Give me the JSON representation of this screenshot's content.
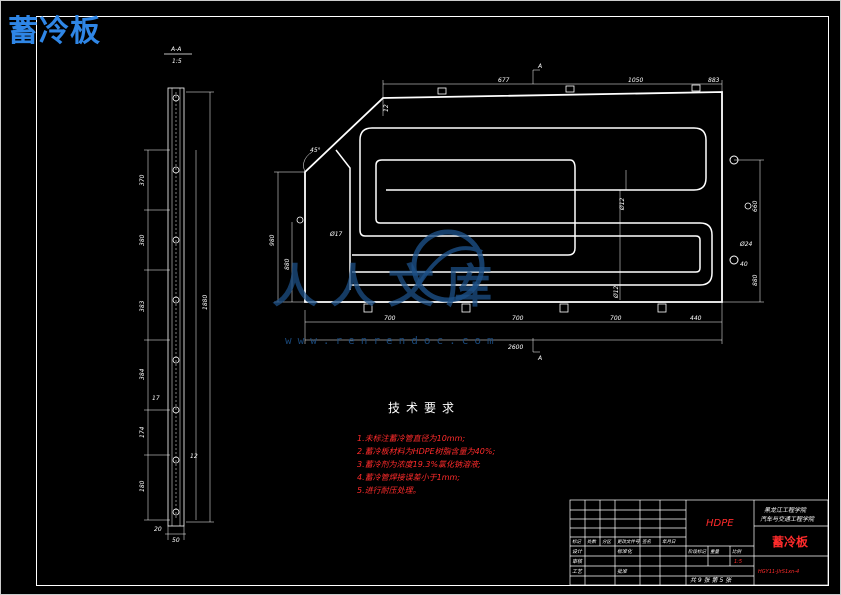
{
  "drawing": {
    "title": "蓄冷板",
    "watermark_text": "人人文库",
    "watermark_url": "www.renrendoc.com"
  },
  "section": {
    "label": "A-A",
    "scale": "1:5"
  },
  "side_view_dims": [
    "370",
    "380",
    "383",
    "384",
    "17",
    "174",
    "12",
    "180",
    "20",
    "50"
  ],
  "side_view_total": "1880",
  "plan_view": {
    "section_mark": "A",
    "top_dims": [
      "677",
      "1050",
      "883"
    ],
    "bottom_dims": [
      "700",
      "700",
      "700",
      "440"
    ],
    "overall_width": "2600",
    "left_dims": [
      "980",
      "880"
    ],
    "right_dims": [
      "660",
      "880"
    ],
    "tube_labels": [
      "Ø12",
      "Ø17",
      "Ø12",
      "12",
      "Ø24",
      "40",
      "45°"
    ]
  },
  "requirements": {
    "title": "技术要求",
    "items": [
      "1.未标注蓄冷管直径为10mm;",
      "2.蓄冷板材料为HDPE树脂含量为40%;",
      "3.蓄冷剂为浓度19.3%氯化钠溶液;",
      "4.蓄冷管焊接误差小于1mm;",
      "5.进行耐压处理。"
    ]
  },
  "title_block": {
    "material": "HDPE",
    "school": "黑龙江工程学院",
    "department": "汽车与交通工程学院",
    "part_name": "蓄冷板",
    "sheet_info": "共 9 张  第 5 张",
    "drawing_no": "HGY11-JlrS1xn-4",
    "row_labels": [
      "标记",
      "处数",
      "分区",
      "更改文件号",
      "签名",
      "年月日"
    ],
    "row_design": "设计",
    "row_check": "审核",
    "row_std": "标准化",
    "row_process": "工艺",
    "row_approve": "批准",
    "stage_labels": [
      "阶段标记",
      "重量",
      "比例"
    ],
    "scale_value": "1:5"
  }
}
